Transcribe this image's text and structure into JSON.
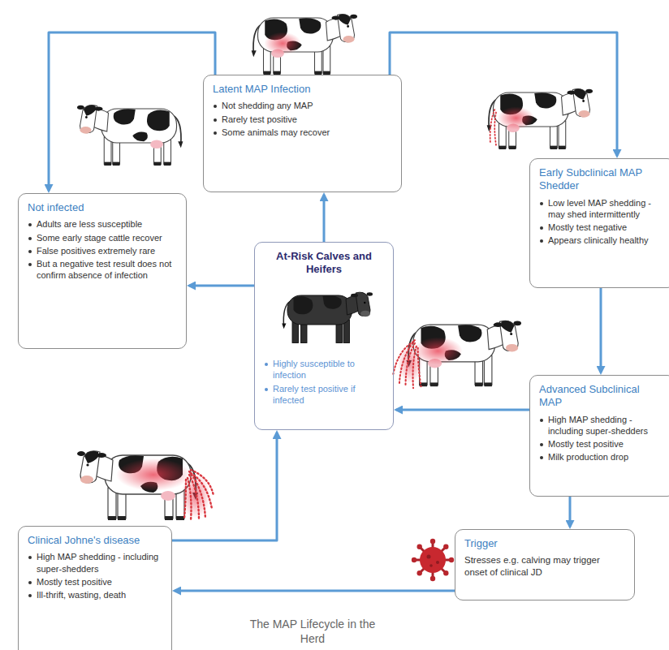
{
  "diagram": {
    "caption": "The MAP Lifecycle in the Herd",
    "nodes": [
      {
        "text": [
          "Latent MAP Infection",
          "Not shedding any MAP",
          "Rarely test positive",
          "Some animals may recover"
        ]
      },
      {
        "text": [
          "Early Subclinical MAP Shedder",
          "Low level MAP shedding - may shed intermittently",
          "Mostly test negative",
          "Appears clinically healthy"
        ]
      },
      {
        "text": [
          "Advanced Subclinical MAP",
          "High MAP shedding - including super-shedders",
          "Mostly test positive",
          "Milk production drop"
        ]
      },
      {
        "text": [
          "Trigger",
          "Stresses e.g. calving may trigger onset of clinical JD"
        ]
      },
      {
        "text": [
          "Clinical Johne's disease",
          "High MAP shedding - including super-shedders",
          "Mostly test positive",
          "Ill-thrift, wasting, death"
        ]
      },
      {
        "text": [
          "At-Risk Calves and Heifers",
          "Highly susceptible to infection",
          "Rarely test positive if infected"
        ]
      },
      {
        "text": [
          "Not infected",
          "Adults are less susceptible",
          "Some early stage cattle recover",
          "False positives extremely rare",
          "But a negative test result does not confirm absence of infection"
        ]
      }
    ],
    "edges": [
      {
        "from": 0,
        "to": 6,
        "arrow": "to"
      },
      {
        "from": 0,
        "to": 1,
        "arrow": "to"
      },
      {
        "from": 1,
        "to": 2,
        "arrow": "to"
      },
      {
        "from": 2,
        "to": 5,
        "arrow": "to"
      },
      {
        "from": 2,
        "to": 3,
        "arrow": "to"
      },
      {
        "from": 3,
        "to": 4,
        "arrow": "to"
      },
      {
        "from": 4,
        "to": 5,
        "arrow": "to"
      },
      {
        "from": 5,
        "to": 0,
        "arrow": "to"
      },
      {
        "from": 5,
        "to": 6,
        "arrow": "to"
      }
    ]
  }
}
